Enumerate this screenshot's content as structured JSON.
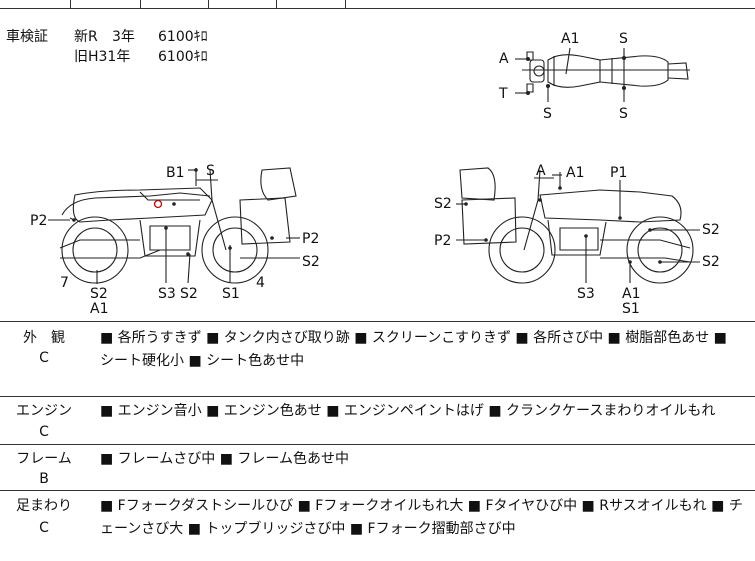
{
  "inspection": {
    "label": "車検証",
    "new_era": "新R",
    "new_years": "3年",
    "new_mileage": "6100ｷﾛ",
    "old_era": "旧H31年",
    "old_mileage": "6100ｷﾛ"
  },
  "diagram_labels": {
    "top_A": "A",
    "top_A1": "A1",
    "top_S_top": "S",
    "top_T": "T",
    "top_S_left": "S",
    "top_S_right": "S",
    "left_B1": "B1",
    "left_S_top": "S",
    "left_P2_left": "P2",
    "left_P2_right": "P2",
    "left_S2_right": "S2",
    "left_7": "7",
    "left_4": "4",
    "left_S2_bottom": "S2",
    "left_A1_bottom": "A1",
    "left_S3": "S3",
    "left_S2_mid": "S2",
    "left_S1": "S1",
    "right_A": "A",
    "right_A1": "A1",
    "right_P1": "P1",
    "right_S2_left": "S2",
    "right_P2_left": "P2",
    "right_S2_r1": "S2",
    "right_S2_r2": "S2",
    "right_S3": "S3",
    "right_A1_bottom": "A1",
    "right_S1": "S1"
  },
  "sections": [
    {
      "name": "外　観",
      "grade": "C",
      "items": "■ 各所うすきず ■ タンク内さび取り跡 ■ スクリーンこすりきず ■ 各所さび中 ■ 樹脂部色あせ ■ シート硬化小 ■ シート色あせ中"
    },
    {
      "name": "エンジン",
      "grade": "C",
      "items": "■ エンジン音小 ■ エンジン色あせ ■ エンジンペイントはげ ■ クランクケースまわりオイルもれ"
    },
    {
      "name": "フレーム",
      "grade": "B",
      "items": "■ フレームさび中 ■ フレーム色あせ中"
    },
    {
      "name": "足まわり",
      "grade": "C",
      "items": "■ Fフォークダストシールひび ■ Fフォークオイルもれ大 ■ Fタイヤひび中 ■ Rサスオイルもれ ■ チェーンさび大 ■ トップブリッジさび中 ■ Fフォーク摺動部さび中"
    }
  ]
}
